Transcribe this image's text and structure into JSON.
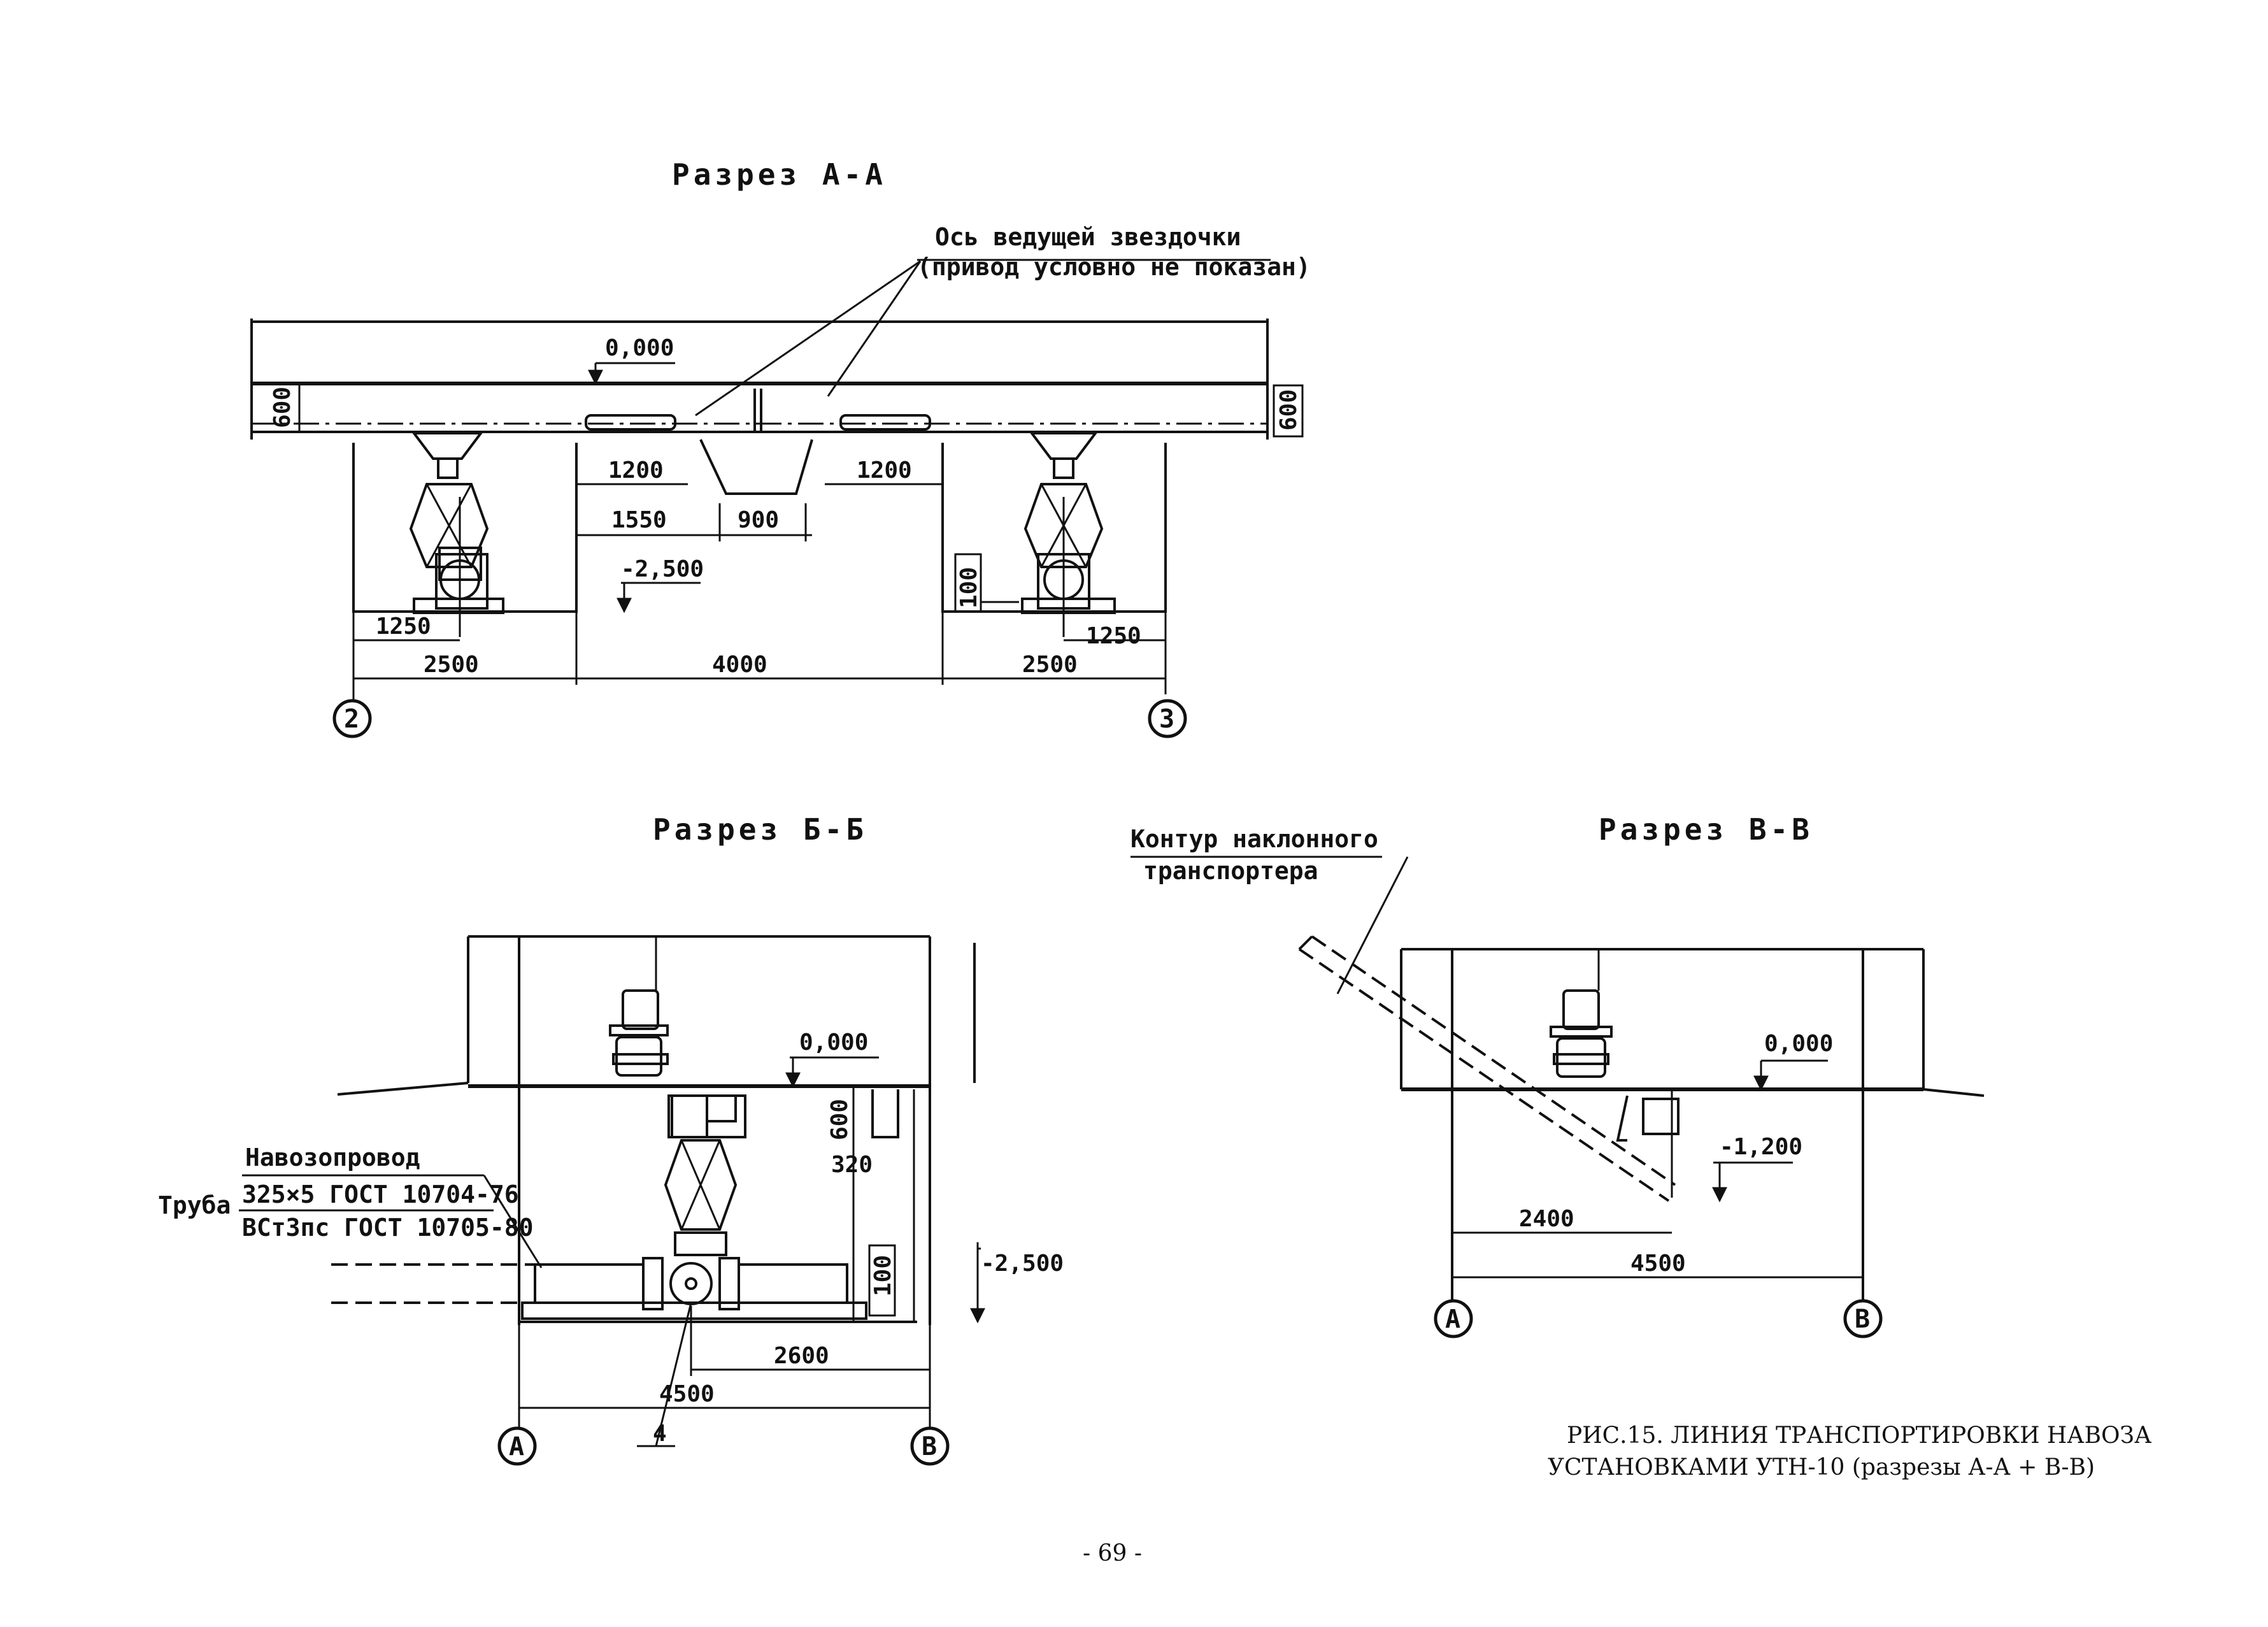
{
  "section_aa": {
    "title": "Разрез А-А",
    "note_line1": "Ось ведущей звездочки",
    "note_line2": "(привод условно не показан)",
    "level_top": "0,000",
    "level_pit": "-2,500",
    "dim_600_left": "600",
    "dim_600_right": "600",
    "dim_1200_left": "1200",
    "dim_1200_right": "1200",
    "dim_1550": "1550",
    "dim_900": "900",
    "dim_100": "100",
    "dim_1250_left": "1250",
    "dim_1250_right": "1250",
    "dim_2500_left": "2500",
    "dim_4000": "4000",
    "dim_2500_right": "2500",
    "axis_left": "2",
    "axis_right": "3"
  },
  "section_bb": {
    "title": "Разрез Б-Б",
    "level_top": "0,000",
    "level_bottom": "-2,500",
    "pipe_label": "Навозопровод",
    "pipe_prefix": "Труба",
    "pipe_spec1": "325×5 ГОСТ 10704-76",
    "pipe_spec2": "ВСт3пс ГОСТ 10705-80",
    "dim_600": "600",
    "dim_320": "320",
    "dim_100": "100",
    "dim_2600": "2600",
    "dim_4500": "4500",
    "callout_4": "4",
    "axis_left": "А",
    "axis_right": "В"
  },
  "section_vv": {
    "title": "Разрез В-В",
    "note_line1": "Контур наклонного",
    "note_line2": "транспортера",
    "level_top": "0,000",
    "level_mid": "-1,200",
    "dim_2400": "2400",
    "dim_4500": "4500",
    "axis_left": "А",
    "axis_right": "В"
  },
  "caption": {
    "line1": "РИС.15. ЛИНИЯ ТРАНСПОРТИРОВКИ НАВОЗА",
    "line2": "УСТАНОВКАМИ УТН-10 (разрезы А-А + В-В)"
  },
  "page_number": "- 69 -"
}
